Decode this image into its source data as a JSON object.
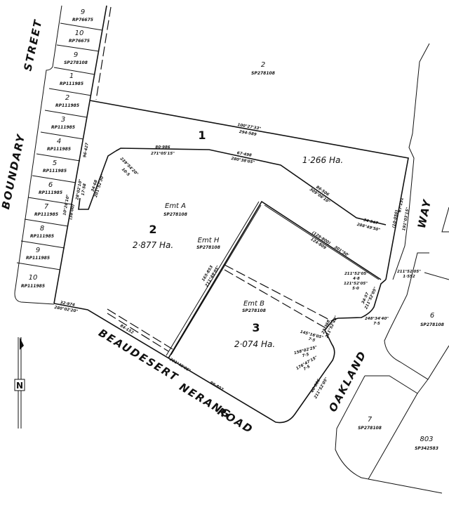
{
  "roads": {
    "boundary": "BOUNDARY",
    "street": "STREET",
    "beaudesert": "BEAUDESERT",
    "nerang": "NERANG",
    "road": "ROAD",
    "oakland": "OAKLAND",
    "way": "WAY"
  },
  "strip_lots": [
    {
      "n": "9",
      "plan": "RP76675"
    },
    {
      "n": "10",
      "plan": "RP76675"
    },
    {
      "n": "9",
      "plan": "SP278108"
    },
    {
      "n": "1",
      "plan": "RP111985"
    },
    {
      "n": "2",
      "plan": "RP111985"
    },
    {
      "n": "3",
      "plan": "RP111985"
    },
    {
      "n": "4",
      "plan": "RP111985"
    },
    {
      "n": "5",
      "plan": "RP111985"
    },
    {
      "n": "6",
      "plan": "RP111985"
    },
    {
      "n": "7",
      "plan": "RP111985"
    },
    {
      "n": "8",
      "plan": "RP111985"
    },
    {
      "n": "9",
      "plan": "RP111985"
    },
    {
      "n": "10",
      "plan": "RP111985"
    }
  ],
  "lots": {
    "lot1": {
      "n": "1",
      "area": "1·266 Ha."
    },
    "lot2": {
      "n": "2",
      "area": "2·877 Ha."
    },
    "lot3": {
      "n": "3",
      "area": "2·074 Ha."
    },
    "north_lot": {
      "n": "2",
      "plan": "SP278108"
    },
    "lot6": {
      "n": "6",
      "plan": "SP278108"
    },
    "lot7": {
      "n": "7",
      "plan": "SP278108"
    },
    "lot803": {
      "n": "803",
      "plan": "SP342583"
    }
  },
  "easements": {
    "a": {
      "name": "Emt A",
      "plan": "SP278108"
    },
    "h": {
      "name": "Emt H",
      "plan": "SP278108"
    },
    "b": {
      "name": "Emt B",
      "plan": "SP278108"
    }
  },
  "bearings": {
    "top_brg": "100°27'33\"",
    "top_dist": "294·589",
    "l1a_dist": "80·986",
    "l1a_brg": "271°05'15\"",
    "l1b_dist": "67·498",
    "l1b_brg": "280°38'05\"",
    "l1c_dist": "86·506",
    "l1c_brg": "309°06'10\"",
    "l1d_dist": "34·547",
    "l1d_brg": "288°49'50\"",
    "right_dist": "67·151",
    "right_old": "(10·050)",
    "right_brg": "191°03'15\"",
    "corner_brg": "239°54'20\"",
    "corner_dist": "10·5",
    "left_a": "34·68",
    "left_b": "201°52'30\"",
    "left_c": "28°02'10\"",
    "left_d": "17·58",
    "strip_dist": "96·427",
    "strip_old": "(38·00)",
    "strip_brg": "10°26'10\"",
    "road_dist1": "32·974",
    "road_brg1": "280°02'20\"",
    "road_dist2": "84·152",
    "road_brg3": "301°49'05\"",
    "road_dist3": "99·802",
    "emtH_dist": "165·853",
    "emtH_brg": "211°49'05\"",
    "l3top_old": "(129·800)",
    "l3top_dist": "124·809",
    "l3top_brg": "301°50'",
    "c1_brg": "211°52'05\"",
    "c1_dist": "4·8",
    "c2_brg": "121°52'05\"",
    "c2_dist": "5·0",
    "c3_brg": "211°52'05\"",
    "c3_dist": "1·552",
    "c4_brg": "248°34'40\"",
    "c4_dist": "7·5",
    "c5_brg": "145°16'05\"",
    "c5_dist": "7·5",
    "c6_brg": "158°02'25\"",
    "c6_dist": "7·5",
    "c7_brg": "176°47'15\"",
    "c7_dist": "7·5",
    "c8_dist": "34·57",
    "c8_brg": "211°52'05\"",
    "c9_dist": "40·806",
    "c9_brg": "211°52'05\"",
    "c10_dist": "25·368",
    "c10_brg": "211°52'40\""
  }
}
